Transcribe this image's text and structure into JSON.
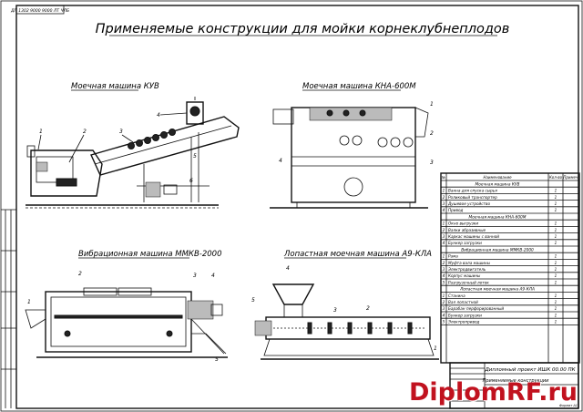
{
  "sheet": {
    "title": "Применяемые конструкции для мойки корнеклубнеплодов",
    "stamp_top": "ДП 1302 9000 9000 ЛТ ЧЛБ"
  },
  "views": {
    "kub": {
      "title": "Моечная машина КУВ",
      "callouts": [
        "1",
        "2",
        "3",
        "4",
        "5",
        "6"
      ]
    },
    "kna": {
      "title": "Моечная машина КНА-600М",
      "callouts": [
        "1",
        "2",
        "3",
        "4"
      ]
    },
    "mmkv": {
      "title": "Вибрационная машина ММКВ-2000",
      "callouts": [
        "1",
        "2",
        "3",
        "4",
        "5"
      ]
    },
    "a9": {
      "title": "Лопастная моечная машина А9-КЛА",
      "callouts": [
        "1",
        "2",
        "3",
        "4",
        "5"
      ]
    }
  },
  "table": {
    "headers": [
      "№",
      "Наименование",
      "Кол-во",
      "Примеч."
    ],
    "groups": [
      {
        "title": "Моечная машина КУВ",
        "rows": [
          {
            "n": "1",
            "name": "Ванна для спуска сырья",
            "qty": "1"
          },
          {
            "n": "2",
            "name": "Роликовый транспортер",
            "qty": "1"
          },
          {
            "n": "3",
            "name": "Душевое устройство",
            "qty": "1"
          },
          {
            "n": "4",
            "name": "Привод",
            "qty": "1"
          }
        ]
      },
      {
        "title": "Моечная машина КНА-600М",
        "rows": [
          {
            "n": "1",
            "name": "Окно выгрузки",
            "qty": "1"
          },
          {
            "n": "2",
            "name": "Валки абразивные",
            "qty": "1"
          },
          {
            "n": "3",
            "name": "Каркас машины с ванной",
            "qty": "1"
          },
          {
            "n": "4",
            "name": "Бункер загрузки",
            "qty": "1"
          }
        ]
      },
      {
        "title": "Вибрационная машина ММКВ-2000",
        "rows": [
          {
            "n": "1",
            "name": "Рама",
            "qty": "1"
          },
          {
            "n": "2",
            "name": "Муфта вала машины",
            "qty": "1"
          },
          {
            "n": "3",
            "name": "Электродвигатель",
            "qty": "1"
          },
          {
            "n": "4",
            "name": "Корпус машины",
            "qty": "1"
          },
          {
            "n": "5",
            "name": "Разгрузочный лоток",
            "qty": "1"
          }
        ]
      },
      {
        "title": "Лопастная моечная машина А9-КЛА",
        "rows": [
          {
            "n": "1",
            "name": "Станина",
            "qty": "1"
          },
          {
            "n": "2",
            "name": "Вал лопастной",
            "qty": "1"
          },
          {
            "n": "3",
            "name": "Барабан перфорированный",
            "qty": "1"
          },
          {
            "n": "4",
            "name": "Бункер загрузки",
            "qty": "1"
          },
          {
            "n": "5",
            "name": "Электропривод",
            "qty": "1"
          }
        ]
      }
    ]
  },
  "title_block": {
    "project": "Дипломный проект ИШК 00.00 ПК",
    "drawing_name": "Применяемые конструкции",
    "format_label": "Формат А1"
  },
  "watermark": "DiplomRF.ru",
  "colors": {
    "watermark": "#c1121f",
    "ink": "#111111"
  }
}
